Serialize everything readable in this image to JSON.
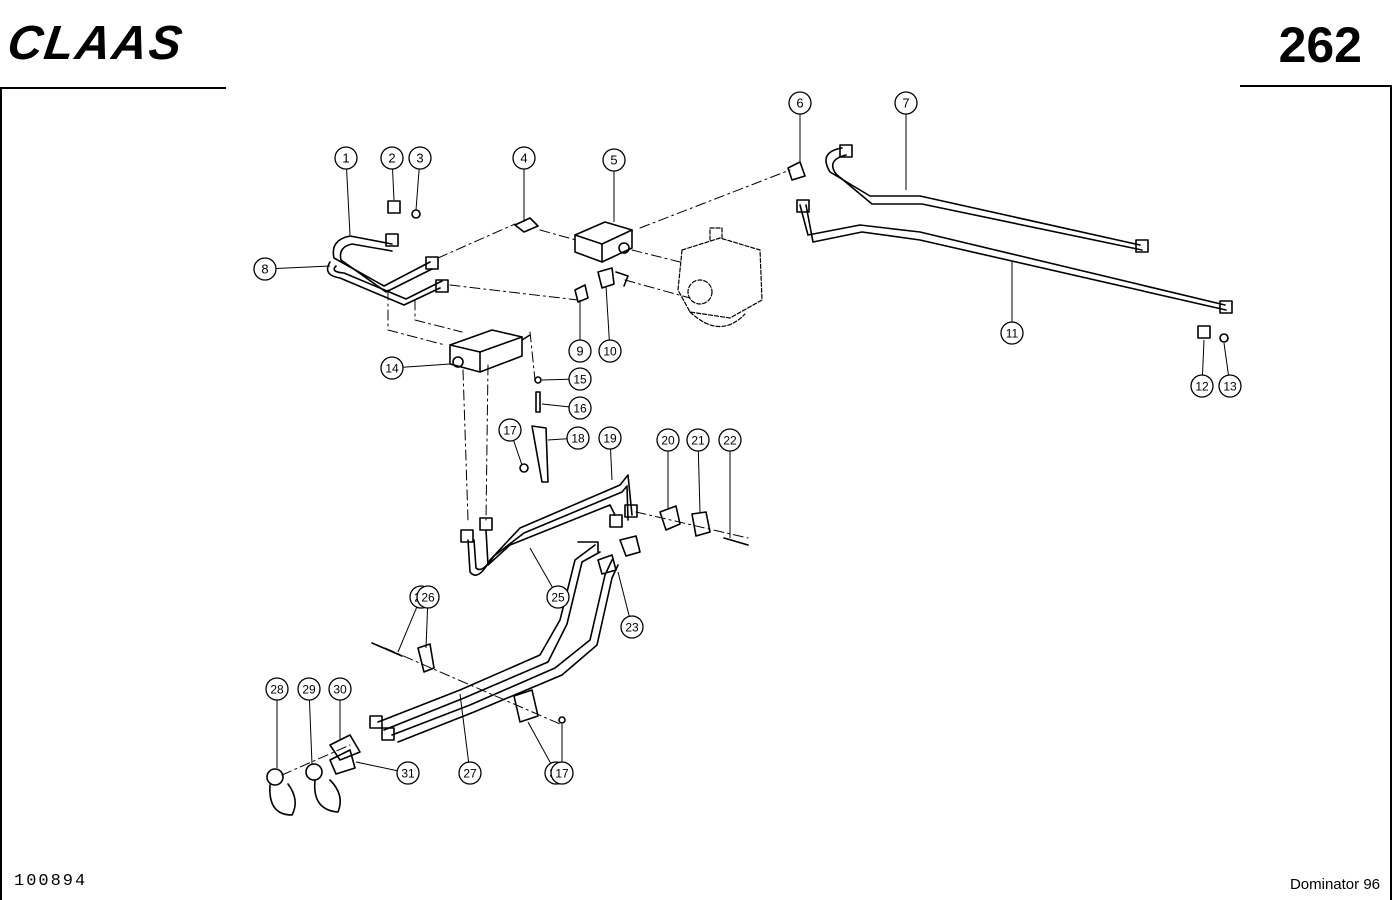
{
  "header": {
    "brand": "CLAAS",
    "page_number": "262"
  },
  "footer": {
    "document_number": "100894",
    "model": "Dominator 96"
  },
  "callouts": [
    {
      "label": "1"
    },
    {
      "label": "2"
    },
    {
      "label": "3"
    },
    {
      "label": "4"
    },
    {
      "label": "5"
    },
    {
      "label": "6"
    },
    {
      "label": "7"
    },
    {
      "label": "8"
    },
    {
      "label": "9"
    },
    {
      "label": "10"
    },
    {
      "label": "11"
    },
    {
      "label": "12"
    },
    {
      "label": "13"
    },
    {
      "label": "14"
    },
    {
      "label": "15"
    },
    {
      "label": "16"
    },
    {
      "label": "17"
    },
    {
      "label": "18"
    },
    {
      "label": "19"
    },
    {
      "label": "20"
    },
    {
      "label": "21"
    },
    {
      "label": "22"
    },
    {
      "label": "23"
    },
    {
      "label": "25"
    },
    {
      "label": "22"
    },
    {
      "label": "26"
    },
    {
      "label": "28"
    },
    {
      "label": "29"
    },
    {
      "label": "30"
    },
    {
      "label": "31"
    },
    {
      "label": "27"
    },
    {
      "label": "32"
    },
    {
      "label": "17"
    }
  ]
}
